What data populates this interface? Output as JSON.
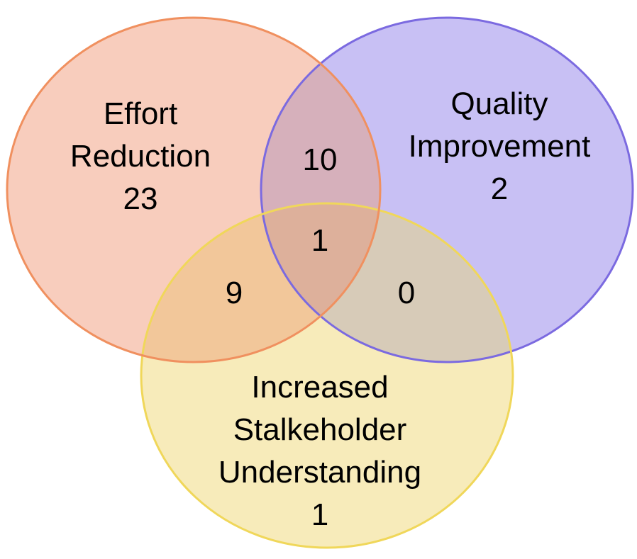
{
  "colors": {
    "effort_fill": "#f8cdbd",
    "effort_stroke": "#f0905f",
    "quality_fill": "#c8c0f4",
    "quality_stroke": "#7b6ae0",
    "stakeholder_fill": "#f7ebba",
    "stakeholder_stroke": "#f0d75a"
  },
  "sets": {
    "effort": {
      "line1": "Effort",
      "line2": "Reduction",
      "count": "23"
    },
    "quality": {
      "line1": "Quality",
      "line2": "Improvement",
      "count": "2"
    },
    "stakeholder": {
      "line1": "Increased",
      "line2": "Stalkeholder",
      "line3": "Understanding",
      "count": "1"
    }
  },
  "overlaps": {
    "effort_quality": "10",
    "effort_stakeholder": "9",
    "quality_stakeholder": "0",
    "all_three": "1"
  }
}
